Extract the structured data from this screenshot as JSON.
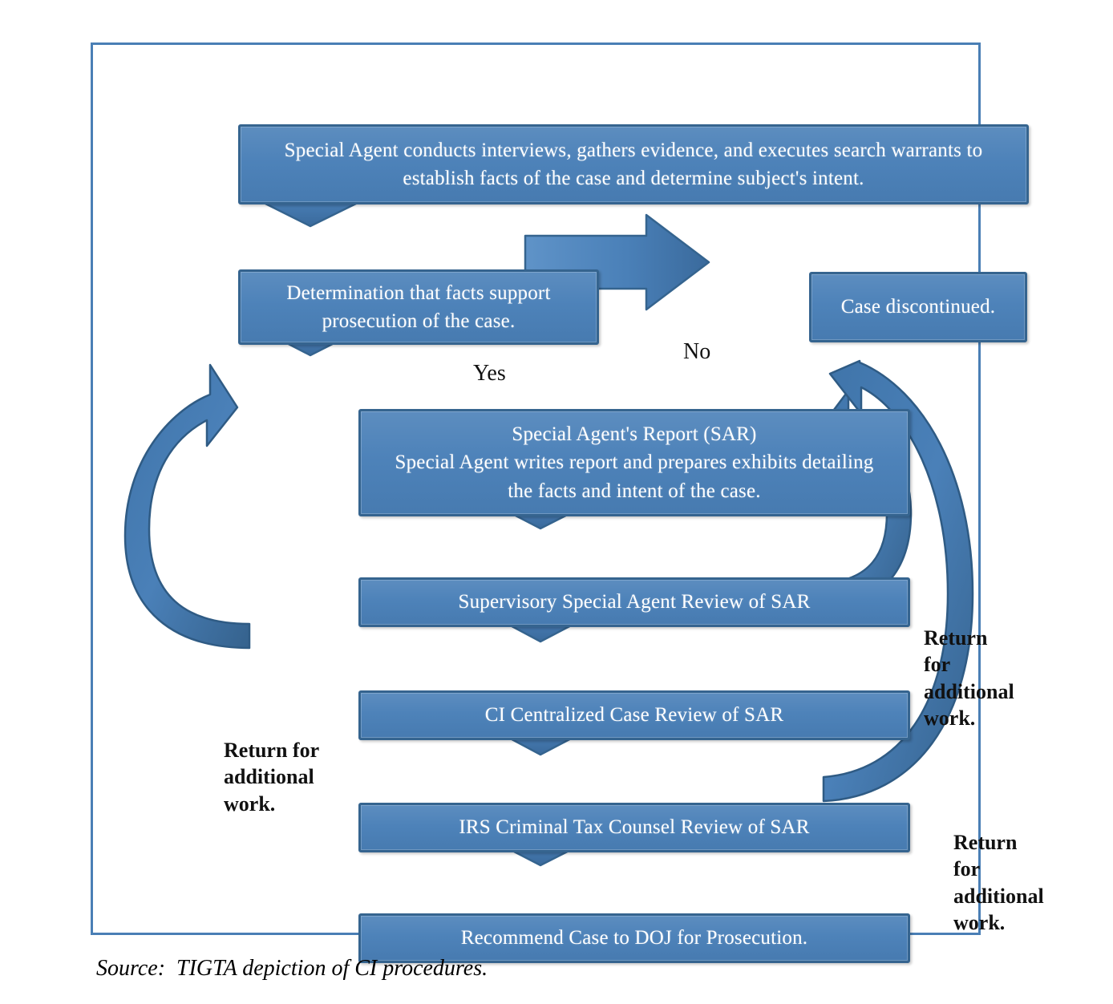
{
  "figure": {
    "source_caption": "Source:  TIGTA depiction of CI procedures.",
    "accent_color": "#4a80b8",
    "border_color": "#35648f",
    "frame_color": "#4a7fb5"
  },
  "boxes": {
    "investigation": "Special Agent conducts interviews, gathers evidence, and executes search warrants to establish facts of the case and determine subject's intent.",
    "determination": "Determination that facts support prosecution of the case.",
    "discontinued": "Case discontinued.",
    "sar": "Special Agent's Report (SAR)\nSpecial Agent writes report and prepares exhibits detailing the facts and intent of the case.",
    "sar_line1": "Special Agent's Report (SAR)",
    "sar_line2": "Special Agent writes report and prepares exhibits detailing",
    "sar_line3": "the facts and intent of the case.",
    "ssa_review": "Supervisory Special Agent Review of SAR",
    "ci_review": "CI Centralized Case Review of SAR",
    "counsel_review": "IRS Criminal Tax Counsel Review of SAR",
    "recommend": "Recommend Case to DOJ for Prosecution."
  },
  "labels": {
    "yes": "Yes",
    "no": "No",
    "return_left": "Return for\nadditional\nwork.",
    "return_right_upper": "Return for\nadditional\nwork.",
    "return_right_lower": "Return for\nadditional\nwork."
  },
  "flow": {
    "nodes": [
      "Special Agent conducts interviews, gathers evidence, and executes search warrants to establish facts of the case and determine subject's intent.",
      "Determination that facts support prosecution of the case.",
      "Case discontinued.",
      "Special Agent's Report (SAR)",
      "Supervisory Special Agent Review of SAR",
      "CI Centralized Case Review of SAR",
      "IRS Criminal Tax Counsel Review of SAR",
      "Recommend Case to DOJ for Prosecution."
    ],
    "edges": [
      {
        "from": "investigation",
        "to": "determination",
        "label": ""
      },
      {
        "from": "determination",
        "to": "discontinued",
        "label": "No"
      },
      {
        "from": "determination",
        "to": "sar",
        "label": "Yes"
      },
      {
        "from": "sar",
        "to": "ssa_review",
        "label": ""
      },
      {
        "from": "ssa_review",
        "to": "ci_review",
        "label": ""
      },
      {
        "from": "ci_review",
        "to": "counsel_review",
        "label": ""
      },
      {
        "from": "counsel_review",
        "to": "recommend",
        "label": ""
      },
      {
        "from": "ssa_review",
        "to": "sar",
        "label": "Return for additional work."
      },
      {
        "from": "ci_review",
        "to": "sar",
        "label": "Return for additional work."
      },
      {
        "from": "counsel_review",
        "to": "sar",
        "label": "Return for additional work."
      }
    ]
  }
}
